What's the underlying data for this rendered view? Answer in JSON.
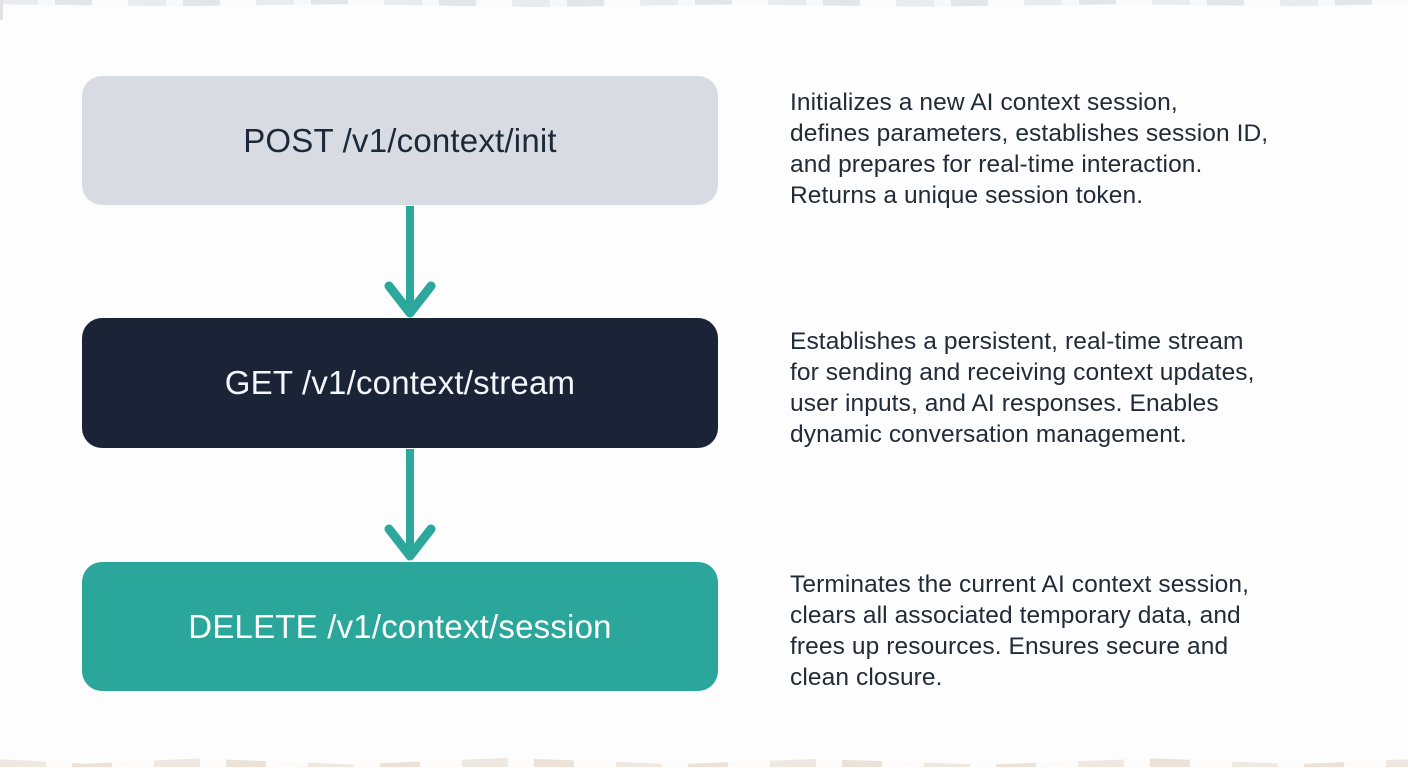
{
  "page": {
    "background_color": "#fdfdfd",
    "text_color": "#222b38"
  },
  "flow": {
    "arrow_color": "#2ba89b",
    "steps": [
      {
        "label": "POST /v1/context/init",
        "fill": "#d8dce2",
        "label_color": "#1d2939",
        "description": [
          "Initializes a new AI context session,",
          "defines parameters, establishes session ID,",
          "and prepares for real-time interaction.",
          "Returns a unique session token."
        ]
      },
      {
        "label": "GET /v1/context/stream",
        "fill": "#1b2437",
        "label_color": "#f4f7f9",
        "description": [
          "Establishes a persistent, real-time stream",
          "for sending and receiving context updates,",
          "user inputs, and AI responses. Enables",
          "dynamic conversation management."
        ]
      },
      {
        "label": "DELETE /v1/context/session",
        "fill": "#2aa69a",
        "label_color": "#ffffff",
        "description": [
          "Terminates the current AI context session,",
          "clears all associated temporary data, and",
          "frees up resources. Ensures secure and",
          "clean closure."
        ]
      }
    ]
  }
}
